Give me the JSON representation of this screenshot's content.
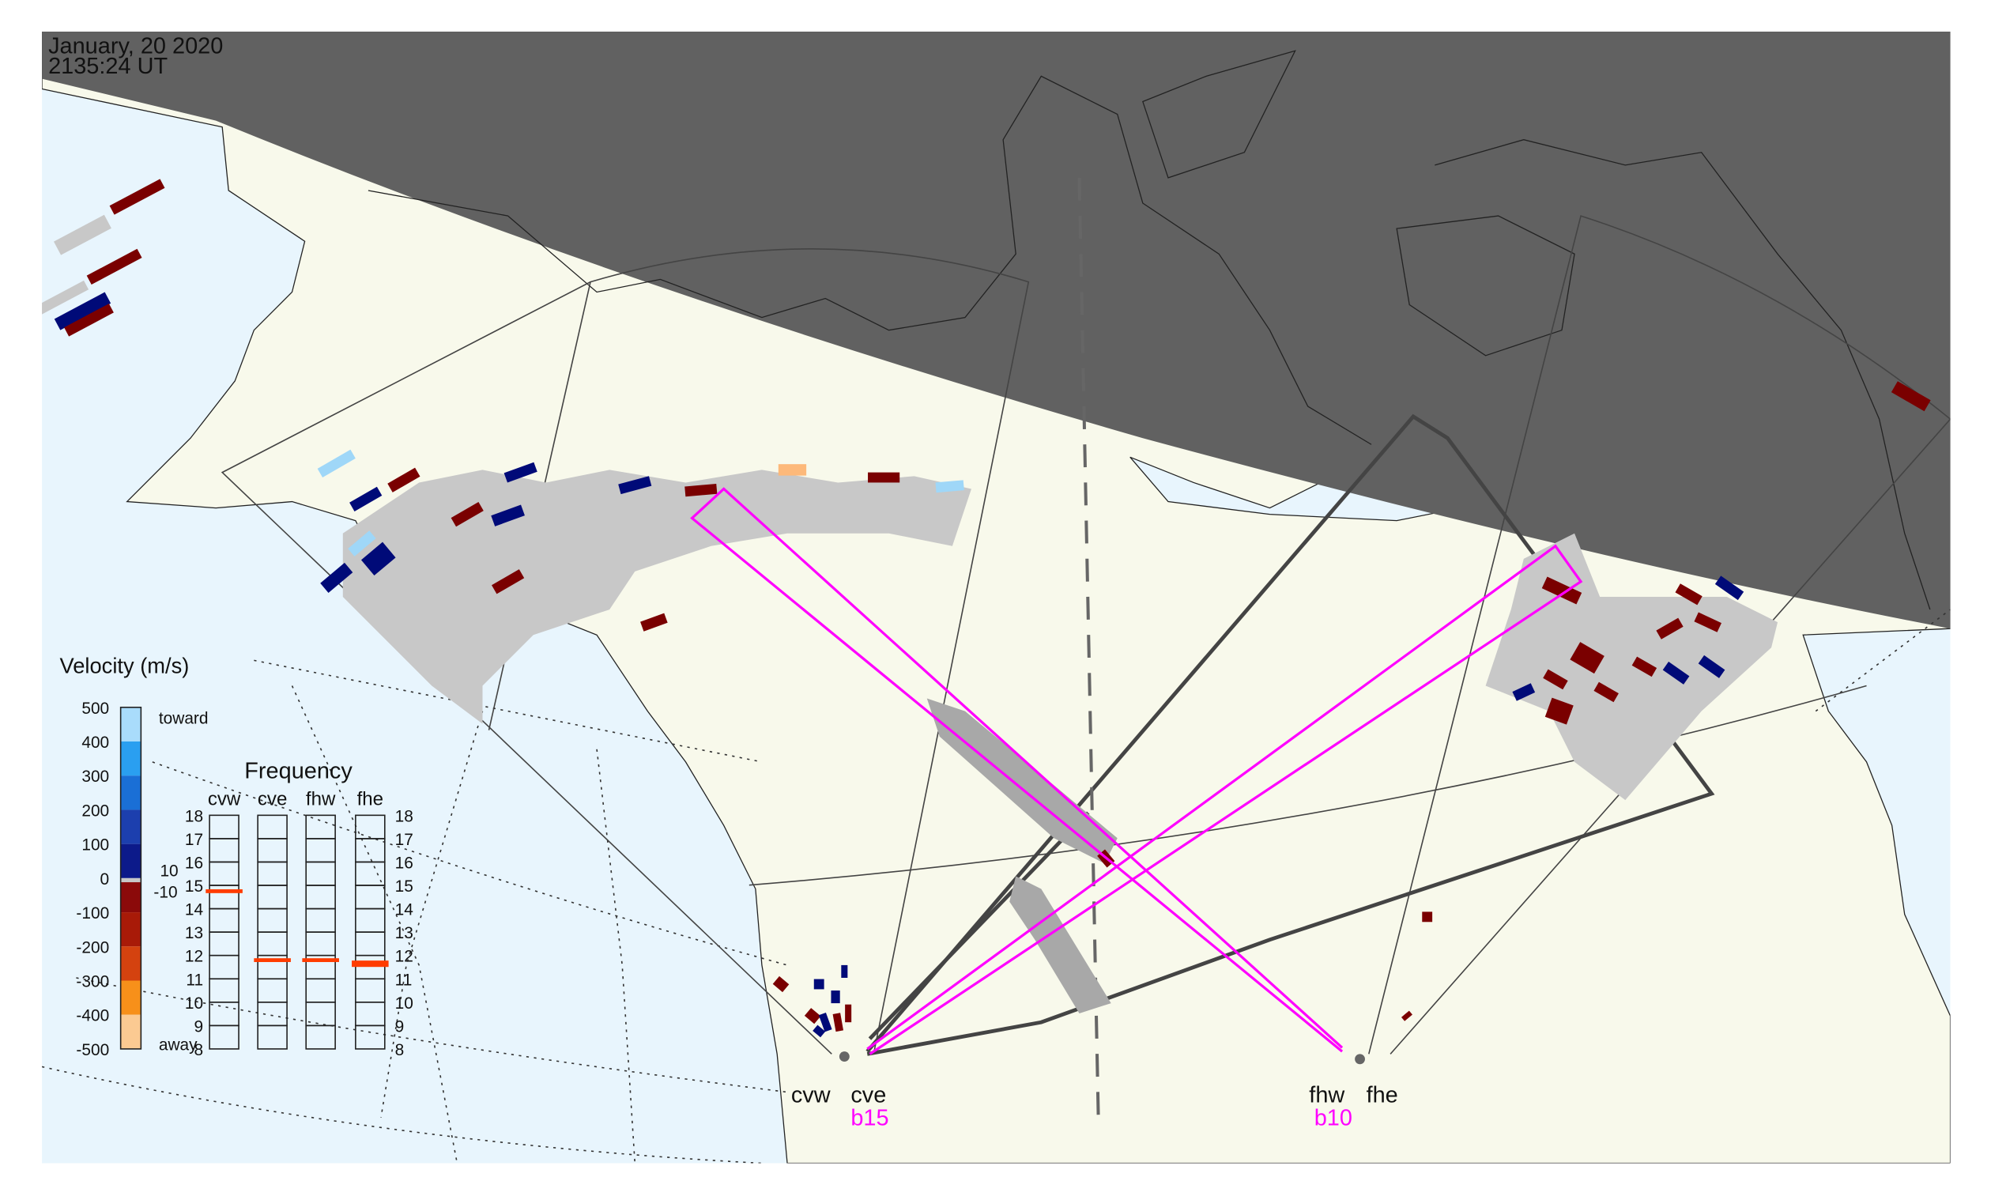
{
  "header": {
    "date": "January, 20 2020",
    "time": "2135:24 UT"
  },
  "velocity_legend": {
    "title": "Velocity (m/s)",
    "ticks": [
      "500",
      "400",
      "300",
      "200",
      "100",
      "0",
      "-100",
      "-200",
      "-300",
      "-400",
      "-500"
    ],
    "toward_label": "toward",
    "away_label": "away",
    "gray_band_labels": [
      "10",
      "-10"
    ],
    "colors": [
      "#a9dcfb",
      "#2a9ff0",
      "#1a6fd6",
      "#1c3fae",
      "#0c1a8a",
      "#c8c8c8",
      "#8b0a0a",
      "#a81a08",
      "#d4420f",
      "#f7901a",
      "#fbca92"
    ]
  },
  "frequency_legend": {
    "title": "Frequency",
    "radars": [
      "cvw",
      "cve",
      "fhw",
      "fhe"
    ],
    "ticks": [
      "18",
      "17",
      "16",
      "15",
      "14",
      "13",
      "12",
      "11",
      "10",
      "9",
      "8"
    ],
    "selected_mhz": [
      14.75,
      11.8,
      11.8,
      11.7
    ],
    "marker_color": "#ff3c00"
  },
  "stations": [
    {
      "name": "cvw"
    },
    {
      "name": "cve",
      "beam": "b15"
    },
    {
      "name": "fhw",
      "beam": "b10"
    },
    {
      "name": "fhe"
    }
  ],
  "colors": {
    "night": "#616161",
    "land": "#f8f9eb",
    "ocean": "#e8f5fd",
    "beam_highlight": "#ff00ff",
    "ground_scatter": "#c8c8c8"
  }
}
